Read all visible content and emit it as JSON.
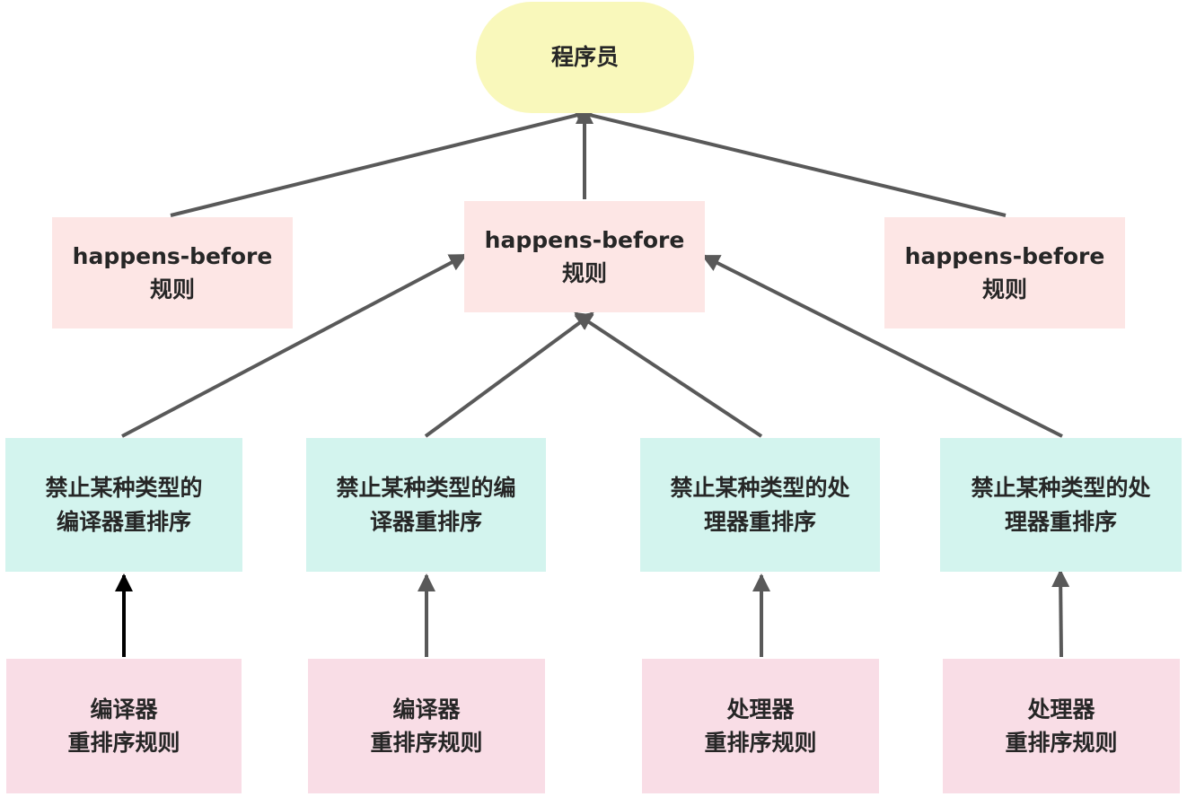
{
  "diagram": {
    "root": {
      "lines": [
        "程序员"
      ]
    },
    "happens_before": [
      {
        "lines": [
          "happens-before",
          "规则"
        ]
      },
      {
        "lines": [
          "happens-before",
          "规则"
        ]
      },
      {
        "lines": [
          "happens-before",
          "规则"
        ]
      }
    ],
    "prohibitions": [
      {
        "lines": [
          "禁止某种类型的",
          "编译器重排序"
        ]
      },
      {
        "lines": [
          "禁止某种类型的编",
          "译器重排序"
        ]
      },
      {
        "lines": [
          "禁止某种类型的处",
          "理器重排序"
        ]
      },
      {
        "lines": [
          "禁止某种类型的处",
          "理器重排序"
        ]
      }
    ],
    "rules": [
      {
        "lines": [
          "编译器",
          "重排序规则"
        ]
      },
      {
        "lines": [
          "编译器",
          "重排序规则"
        ]
      },
      {
        "lines": [
          "处理器",
          "重排序规则"
        ]
      },
      {
        "lines": [
          "处理器",
          "重排序规则"
        ]
      }
    ],
    "colors": {
      "root_fill": "#f9f8bb",
      "happens_before_fill": "#fde6e5",
      "prohibition_fill": "#d3f4ee",
      "rule_fill": "#f9dde6",
      "arrow": "#595959",
      "arrow_dark": "#000000"
    }
  }
}
